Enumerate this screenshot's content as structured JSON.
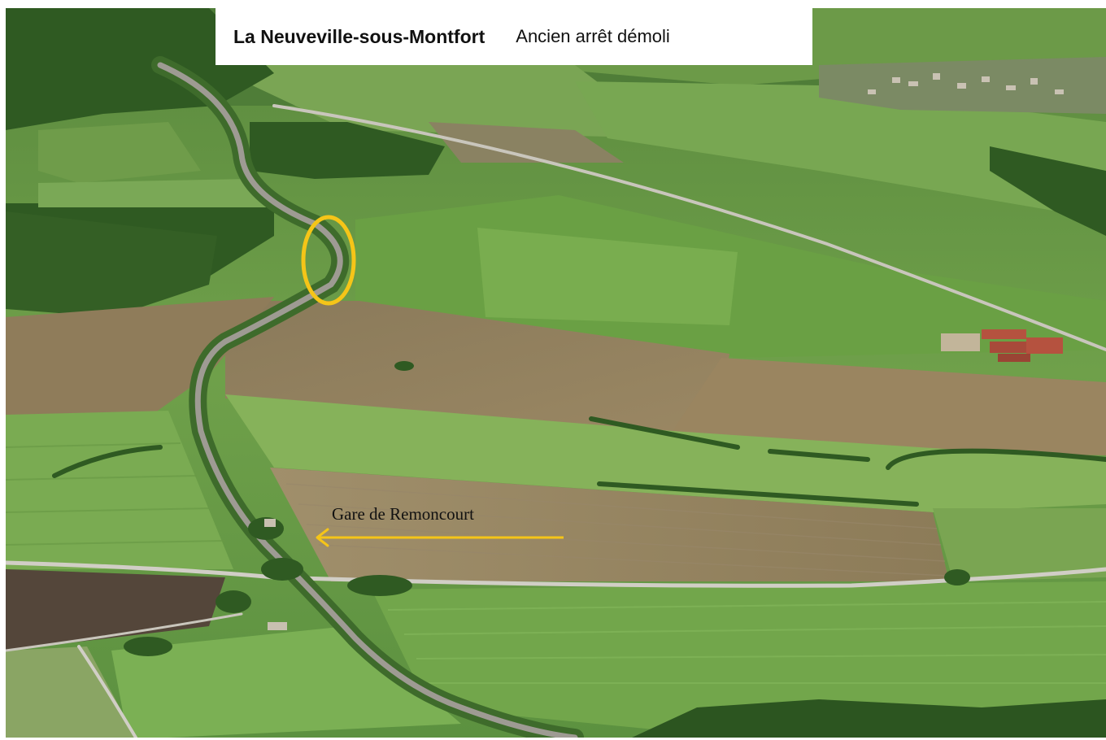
{
  "title": {
    "place": "La Neuveville-sous-Montfort",
    "note": "Ancien arrêt démoli"
  },
  "annotations": {
    "station_label": "Gare de Remoncourt",
    "highlight_color": "#f5c518",
    "arrow_color": "#f5c518"
  },
  "icons": [
    "highlight-ellipse",
    "arrow-left-icon"
  ]
}
